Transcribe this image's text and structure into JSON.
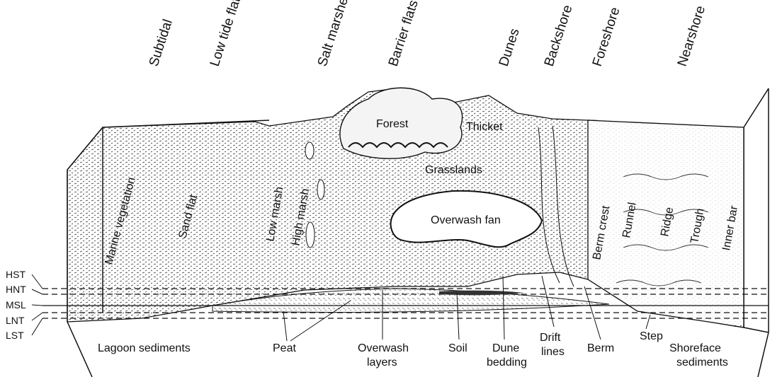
{
  "zones": [
    "Subtidal",
    "Low tide flats",
    "Salt marshes",
    "Barrier flats",
    "Dunes",
    "Backshore",
    "Foreshore",
    "Nearshore"
  ],
  "surface_labels": {
    "forest": "Forest",
    "thicket": "Thicket",
    "grasslands": "Grasslands",
    "overwash_fan": "Overwash fan",
    "marine_vegetation": "Marine vegetation",
    "sand_flat": "Sand flat",
    "low_marsh": "Low marsh",
    "high_marsh": "High marsh",
    "berm_crest": "Berm crest",
    "runnel": "Runnel",
    "ridge": "Ridge",
    "trough": "Trough",
    "inner_bar": "Inner bar"
  },
  "tide_levels": [
    "HST",
    "HNT",
    "MSL",
    "LNT",
    "LST"
  ],
  "subsurface_labels": {
    "lagoon": "Lagoon sediments",
    "peat": "Peat",
    "overwash_1": "Overwash",
    "overwash_2": "layers",
    "soil": "Soil",
    "dune_1": "Dune",
    "dune_2": "bedding",
    "drift_1": "Drift",
    "drift_2": "lines",
    "berm": "Berm",
    "step": "Step",
    "shoreface_1": "Shoreface",
    "shoreface_2": "sediments"
  },
  "colors": {
    "ink": "#111111",
    "paper": "#ffffff",
    "sediment": "#444444"
  }
}
